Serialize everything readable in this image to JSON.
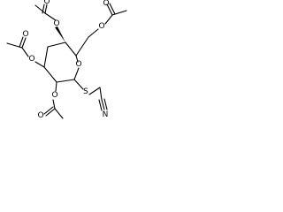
{
  "molecule": {
    "atoms": {
      "ring_oxygen": "O",
      "c6_oxygen": "O",
      "c6_carbonyl_oxygen": "O",
      "c4_oxygen": "O",
      "c4_carbonyl_oxygen": "O",
      "c3_oxygen": "O",
      "c3_carbonyl_oxygen": "O",
      "c2_oxygen": "O",
      "c2_carbonyl_oxygen": "O",
      "sulfur": "S",
      "nitrile_nitrogen": "N"
    },
    "colors": {
      "bond": "#000000",
      "label": "#000000",
      "background": "#ffffff"
    }
  }
}
